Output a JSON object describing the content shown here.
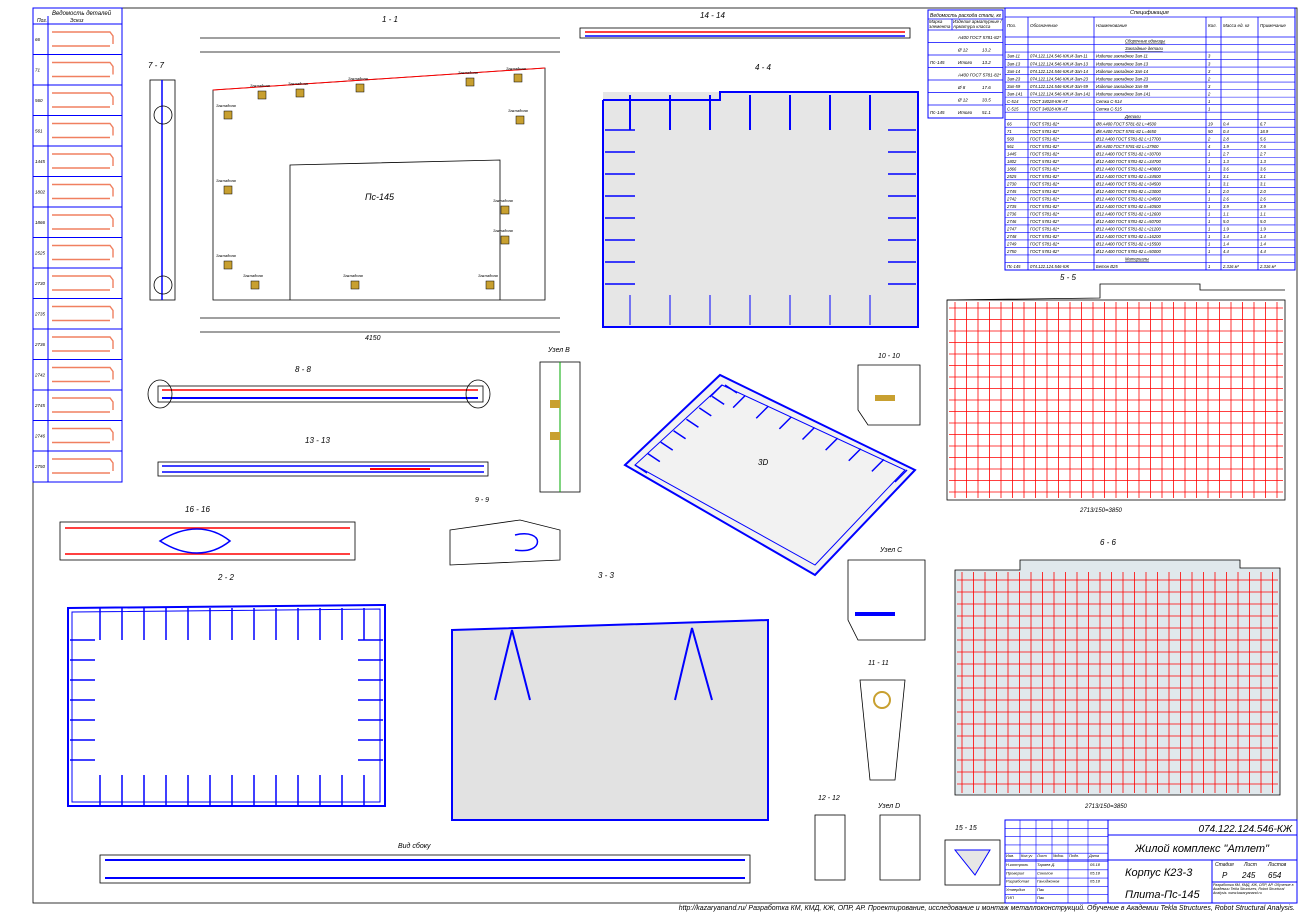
{
  "bending_table": {
    "title": "Ведомость деталей",
    "headers": [
      "Поз.",
      "Эскиз"
    ],
    "positions": [
      "66",
      "71",
      "560",
      "561",
      "1445",
      "1802",
      "1866",
      "2525",
      "2730",
      "2735",
      "2736",
      "2742",
      "2745",
      "2746",
      "2750"
    ]
  },
  "steel_table": {
    "title": "Ведомость расхода стали, кг",
    "headers": [
      "Марка элемента",
      "Изделия арматурные / Арматура класса"
    ],
    "rows": [
      [
        "",
        "A400 ГОСТ 5781-82*",
        ""
      ],
      [
        "",
        "Ø 12",
        "13.2"
      ],
      [
        "Пс-145",
        "Итого",
        "13.2"
      ],
      [
        "",
        "A400 ГОСТ 5781-82*",
        ""
      ],
      [
        "",
        "Ø 8",
        "17.6"
      ],
      [
        "",
        "Ø 12",
        "33.5"
      ],
      [
        "Пс-145",
        "Итого",
        "51.1"
      ]
    ]
  },
  "spec": {
    "title": "Спецификация",
    "headers": [
      "Поз.",
      "Обозначение",
      "Наименование",
      "Кол.",
      "Масса ед. кг",
      "Примечание"
    ],
    "rows": [
      [
        "",
        "",
        "Сборочные единицы",
        "",
        "",
        ""
      ],
      [
        "",
        "",
        "Закладные детали",
        "",
        "",
        ""
      ],
      [
        "Зап-11",
        "074.122.124.546-КЖ.И-Зап-11",
        "Изделие закладное Зап-11",
        "3",
        "",
        ""
      ],
      [
        "Зап-13",
        "074.122.124.546-КЖ.И-Зап-13",
        "Изделие закладное Зап-13",
        "3",
        "",
        ""
      ],
      [
        "Зап-14",
        "074.122.124.546-КЖ.И-Зап-14",
        "Изделие закладное Зап-14",
        "3",
        "",
        ""
      ],
      [
        "Зап-23",
        "074.122.124.546-КЖ.И-Зап-23",
        "Изделие закладное Зап-23",
        "2",
        "",
        ""
      ],
      [
        "Зап-59",
        "074.122.124.546-КЖ.И-Зап-59",
        "Изделие закладное Зап-59",
        "3",
        "",
        ""
      ],
      [
        "Зап-141",
        "074.122.124.546-КЖ.И-Зап-141",
        "Изделие закладное Зап-141",
        "2",
        "",
        ""
      ],
      [
        "С-514",
        "ГОСТ 34028-КЖ-АТ",
        "Сетка С-514",
        "1",
        "",
        ""
      ],
      [
        "С-515",
        "ГОСТ 34028-КЖ-АТ",
        "Сетка С-515",
        "1",
        "",
        ""
      ],
      [
        "",
        "",
        "Детали",
        "",
        "",
        ""
      ],
      [
        "66",
        "ГОСТ 5781-82*",
        "Ø8 A400 ГОСТ 5781-82 L=4500",
        "19",
        "0.4",
        "6.7"
      ],
      [
        "71",
        "ГОСТ 5781-82*",
        "Ø8 A400 ГОСТ 5781-82 L=4650",
        "50",
        "0.4",
        "18.9"
      ],
      [
        "560",
        "ГОСТ 5781-82*",
        "Ø12 A400 ГОСТ 5781-82 L=17700",
        "2",
        "2.8",
        "5.6"
      ],
      [
        "561",
        "ГОСТ 5781-82*",
        "Ø8 A400 ГОСТ 5781-82 L=17900",
        "4",
        "1.9",
        "7.6"
      ],
      [
        "1445",
        "ГОСТ 5781-82*",
        "Ø12 A400 ГОСТ 5781-82 L=30700",
        "1",
        "2.7",
        "2.7"
      ],
      [
        "1802",
        "ГОСТ 5781-82*",
        "Ø12 A400 ГОСТ 5781-82 L=34700",
        "1",
        "1.3",
        "1.3"
      ],
      [
        "1866",
        "ГОСТ 5781-82*",
        "Ø12 A400 ГОСТ 5781-82 L=40800",
        "1",
        "3.6",
        "3.6"
      ],
      [
        "2525",
        "ГОСТ 5781-82*",
        "Ø12 A400 ГОСТ 5781-82 L=34500",
        "1",
        "3.1",
        "3.1"
      ],
      [
        "2730",
        "ГОСТ 5781-82*",
        "Ø12 A400 ГОСТ 5781-82 L=34500",
        "1",
        "3.1",
        "3.1"
      ],
      [
        "2745",
        "ГОСТ 5781-82*",
        "Ø12 A400 ГОСТ 5781-82 L=23000",
        "1",
        "2.0",
        "2.0"
      ],
      [
        "2742",
        "ГОСТ 5781-82*",
        "Ø12 A400 ГОСТ 5781-82 L=24500",
        "1",
        "2.6",
        "2.6"
      ],
      [
        "2735",
        "ГОСТ 5781-82*",
        "Ø12 A400 ГОСТ 5781-82 L=40500",
        "1",
        "3.9",
        "3.9"
      ],
      [
        "2736",
        "ГОСТ 5781-82*",
        "Ø12 A400 ГОСТ 5781-82 L=12600",
        "1",
        "1.1",
        "1.1"
      ],
      [
        "2746",
        "ГОСТ 5781-82*",
        "Ø12 A400 ГОСТ 5781-82 L=50700",
        "1",
        "5.0",
        "5.0"
      ],
      [
        "2747",
        "ГОСТ 5781-82*",
        "Ø12 A400 ГОСТ 5781-82 L=21200",
        "1",
        "1.9",
        "1.9"
      ],
      [
        "2748",
        "ГОСТ 5781-82*",
        "Ø12 A400 ГОСТ 5781-82 L=16200",
        "1",
        "1.4",
        "1.4"
      ],
      [
        "2749",
        "ГОСТ 5781-82*",
        "Ø12 A400 ГОСТ 5781-82 L=15500",
        "1",
        "1.4",
        "1.4"
      ],
      [
        "2750",
        "ГОСТ 5781-82*",
        "Ø12 A400 ГОСТ 5781-82 L=50000",
        "1",
        "4.4",
        "4.4"
      ],
      [
        "",
        "",
        "Материалы",
        "",
        "",
        ""
      ],
      [
        "Пс-145",
        "074.122.124.546-КЖ",
        "Бетон В25",
        "1",
        "2.316 м³",
        "2.316 м³"
      ]
    ]
  },
  "views": {
    "s1": "1 - 1",
    "s7": "7 - 7",
    "s14": "14 - 14",
    "s4": "4 - 4",
    "s8": "8 - 8",
    "nodeB": "Узел B",
    "s10": "10 - 10",
    "s13": "13 - 13",
    "iso": "3D",
    "s5": "5 - 5",
    "s16": "16 - 16",
    "s9": "9 - 9",
    "nodeC": "Узел C",
    "s6": "6 - 6",
    "s2": "2 - 2",
    "s3": "3 - 3",
    "s11": "11 - 11",
    "s12": "12 - 12",
    "nodeD": "Узел D",
    "s15": "15 - 15",
    "side": "Вид сбоку",
    "slab": "Пс-145",
    "embed": "Закладная",
    "mesh": "Сетка",
    "dim_total": "4150",
    "dim_5": "2713/150=3850",
    "dim_6": "2713/150=3850"
  },
  "title_block": {
    "code": "074.122.124.546-КЖ",
    "project": "Жилой комплекс \"Атлет\"",
    "building": "Корпус К23-3",
    "sheet_name": "Плита-Пс-145",
    "col_headers": [
      "Изм.",
      "Кол.уч",
      "Лист",
      "№док.",
      "Подп.",
      "Дата"
    ],
    "stage_label": "Стадия",
    "sheet_label": "Лист",
    "sheets_label": "Листов",
    "stage": "Р",
    "sheet": "245",
    "sheets": "654",
    "signers": [
      {
        "role": "Н.контроль",
        "name": "Тараев Д.",
        "date": "05.18"
      },
      {
        "role": "Проверил",
        "name": "Соколов",
        "date": "05.18"
      },
      {
        "role": "Разработал",
        "name": "Ганиджонов",
        "date": "05.18"
      },
      {
        "role": "Утвердил",
        "name": "Пак",
        "date": ""
      },
      {
        "role": "ГИП",
        "name": "Пак",
        "date": ""
      }
    ],
    "company": "Разработка КМ, КМД, КЖ, ОПР, АР. Обучение в Академии Tekla Structures, Robot Structural Analysis. www.kazaryanand.ru"
  },
  "footer": "http://kazaryanand.ru/ Разработка КМ, КМД, КЖ, ОПР, АР. Проектирование, исследование и монтаж металлоконструкций. Обучение в Академии Tekla Structures, Robot Structural Analysis."
}
